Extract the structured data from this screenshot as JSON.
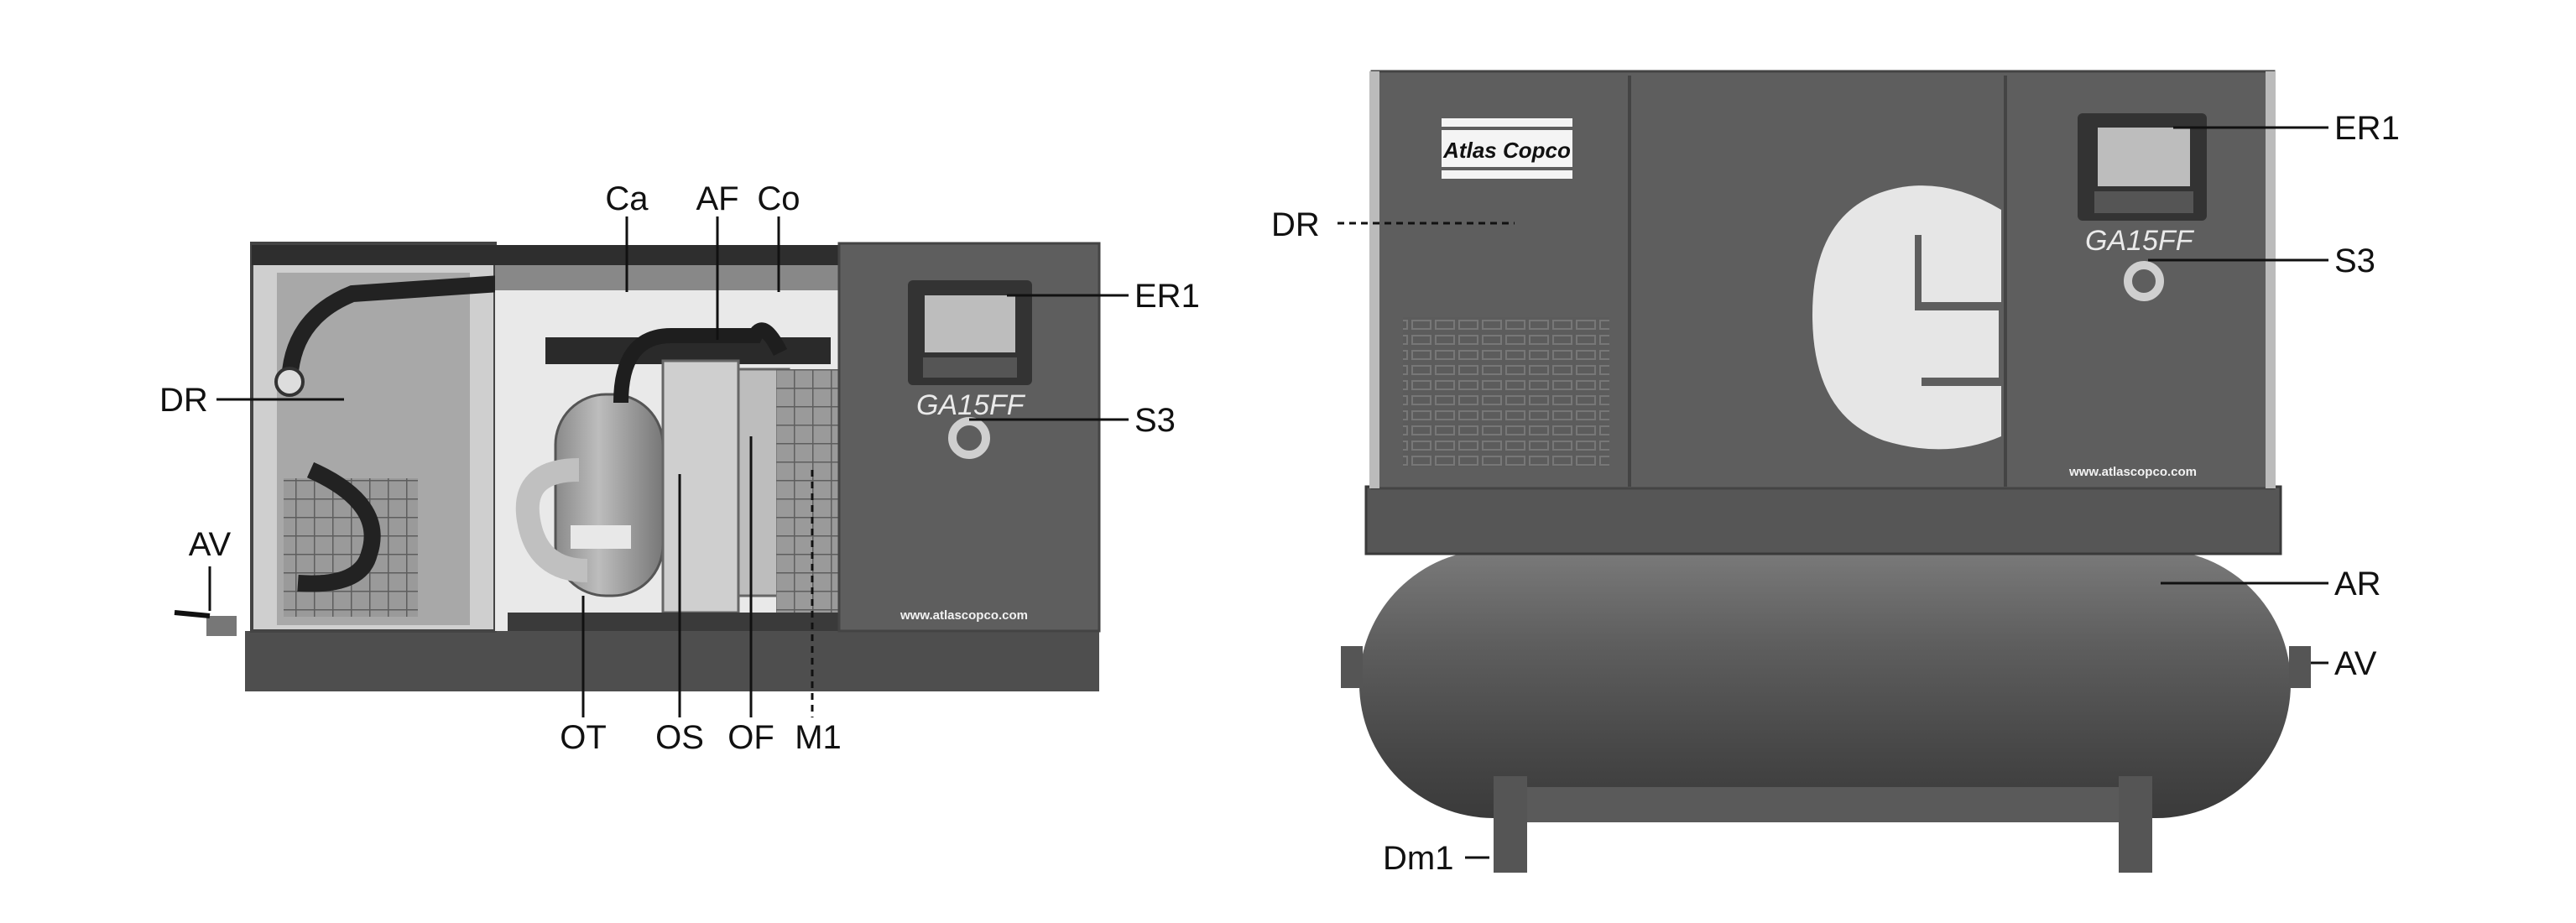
{
  "left_view": {
    "labels": {
      "ca": "Ca",
      "af": "AF",
      "co": "Co",
      "er1": "ER1",
      "dr": "DR",
      "s3": "S3",
      "av": "AV",
      "ot": "OT",
      "os": "OS",
      "of": "OF",
      "m1": "M1"
    },
    "model_text": "GA15FF",
    "website_text": "www.atlascopco.com"
  },
  "right_view": {
    "labels": {
      "dr": "DR",
      "er1": "ER1",
      "s3": "S3",
      "ar": "AR",
      "av": "AV",
      "dm1": "Dm1"
    },
    "brand_text": "Atlas Copco",
    "logo_letter": "G",
    "model_text": "GA15FF",
    "website_text": "www.atlascopco.com"
  },
  "colors": {
    "cabinet": "#5c5c5c",
    "panel": "#6a6a6a",
    "base": "#4a4a4a",
    "tank": "#5a5a5a",
    "logo": "#e6e6e6"
  }
}
